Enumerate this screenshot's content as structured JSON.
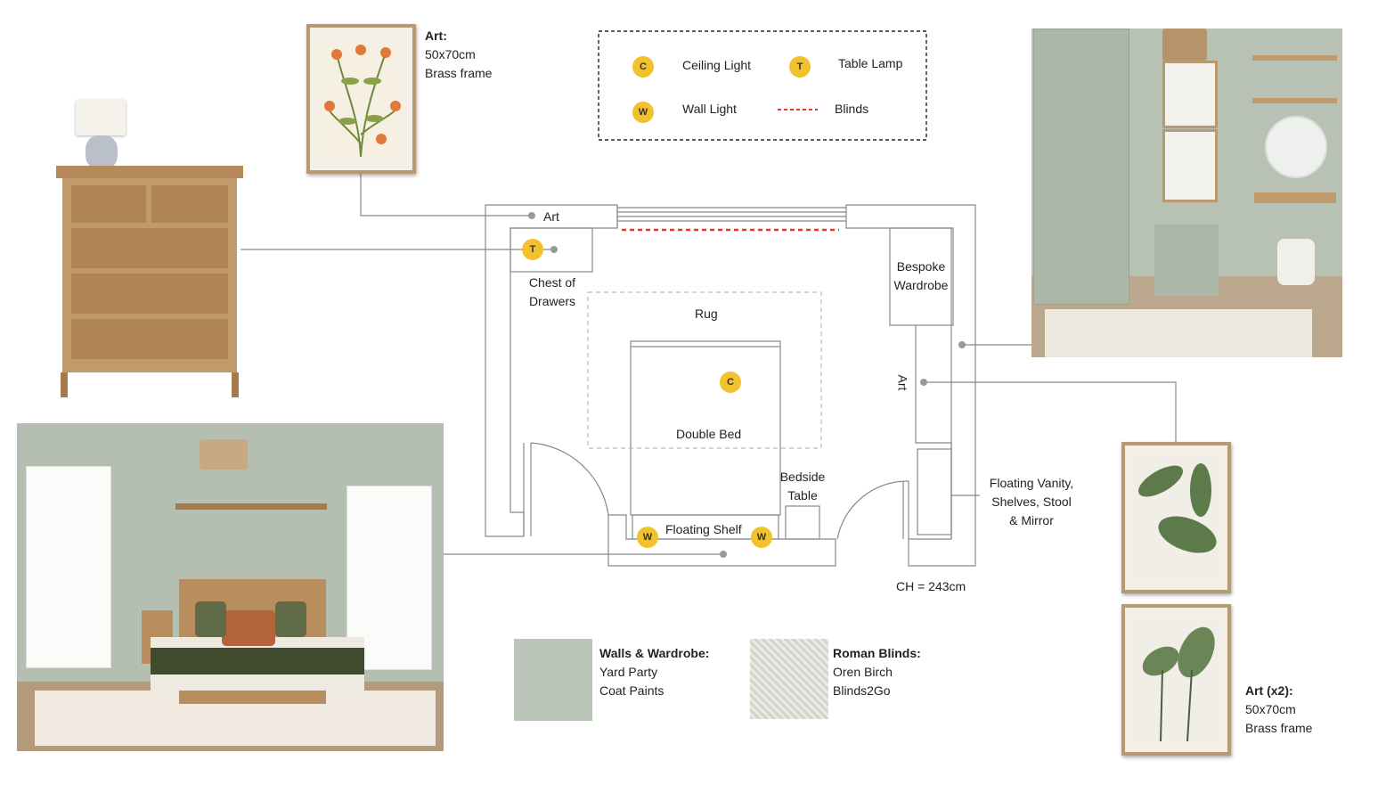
{
  "legend": {
    "items": [
      {
        "symbol": "C",
        "label": "Ceiling Light"
      },
      {
        "symbol": "T",
        "label": "Table Lamp"
      },
      {
        "symbol": "W",
        "label": "Wall Light"
      },
      {
        "symbol": "dashed-red-line",
        "label": "Blinds"
      }
    ]
  },
  "art_top": {
    "title": "Art:",
    "size": "50x70cm",
    "frame": "Brass frame"
  },
  "art_right": {
    "title": "Art (x2):",
    "size": "50x70cm",
    "frame": "Brass frame"
  },
  "plan": {
    "art_top_label": "Art",
    "art_right_label": "Art",
    "chest_label_1": "Chest of",
    "chest_label_2": "Drawers",
    "rug_label": "Rug",
    "bed_label": "Double Bed",
    "bedside_label_1": "Bedside",
    "bedside_label_2": "Table",
    "shelf_label": "Floating Shelf",
    "wardrobe_label_1": "Bespoke",
    "wardrobe_label_2": "Wardrobe",
    "vanity_label_1": "Floating Vanity,",
    "vanity_label_2": "Shelves, Stool",
    "vanity_label_3": "& Mirror",
    "ceiling_height": "CH =  243cm",
    "pins": {
      "table_lamp": "T",
      "ceiling": "C",
      "wall_left": "W",
      "wall_right": "W"
    }
  },
  "swatches": {
    "walls": {
      "title": "Walls & Wardrobe:",
      "line1": "Yard Party",
      "line2": "Coat Paints",
      "color": "#bcc5b9"
    },
    "blinds": {
      "title": "Roman Blinds:",
      "line1": "Oren Birch",
      "line2": "Blinds2Go"
    }
  },
  "colors": {
    "pin": "#f2c12e",
    "blinds": "#e8372a",
    "wall_sage": "#b9c4b6",
    "wood": "#b48a5a"
  }
}
